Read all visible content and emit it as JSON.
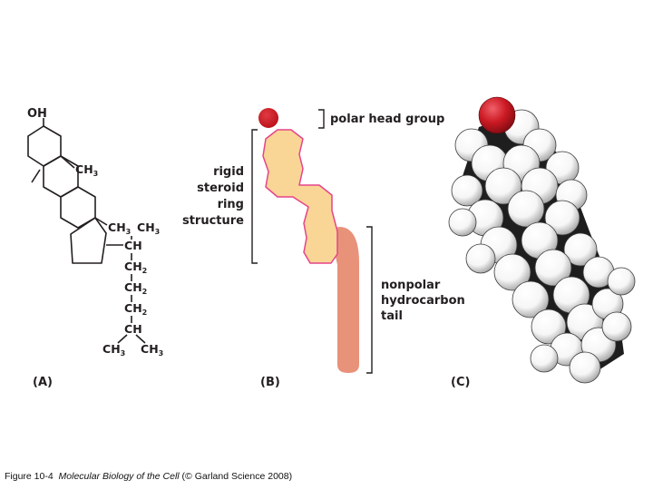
{
  "panel_a": {
    "label": "(A)",
    "oh": "OH",
    "c": "C",
    "h": "H",
    "h3": "3",
    "h2": "2",
    "ch3_c18": "CH3",
    "ch3_c21": "CH3",
    "ch3_left": "CH3",
    "ch3_right": "CH3"
  },
  "panel_b": {
    "label": "(B)",
    "polar_head_group": "polar head group",
    "rigid_steroid_ring_structure": [
      "rigid",
      "steroid",
      "ring",
      "structure"
    ],
    "nonpolar_hydrocarbon_tail": [
      "nonpolar",
      "hydrocarbon",
      "tail"
    ]
  },
  "panel_c": {
    "label": "(C)"
  },
  "colors": {
    "head_red": "#c8141e",
    "ring_fill": "#f9d596",
    "ring_stroke": "#e5448a",
    "tail_fill": "#e8927a",
    "bracket": "#231f20"
  },
  "caption": {
    "prefix": "Figure 10-4",
    "book": "Molecular Biology of the Cell",
    "suffix": "(© Garland Science 2008)"
  }
}
